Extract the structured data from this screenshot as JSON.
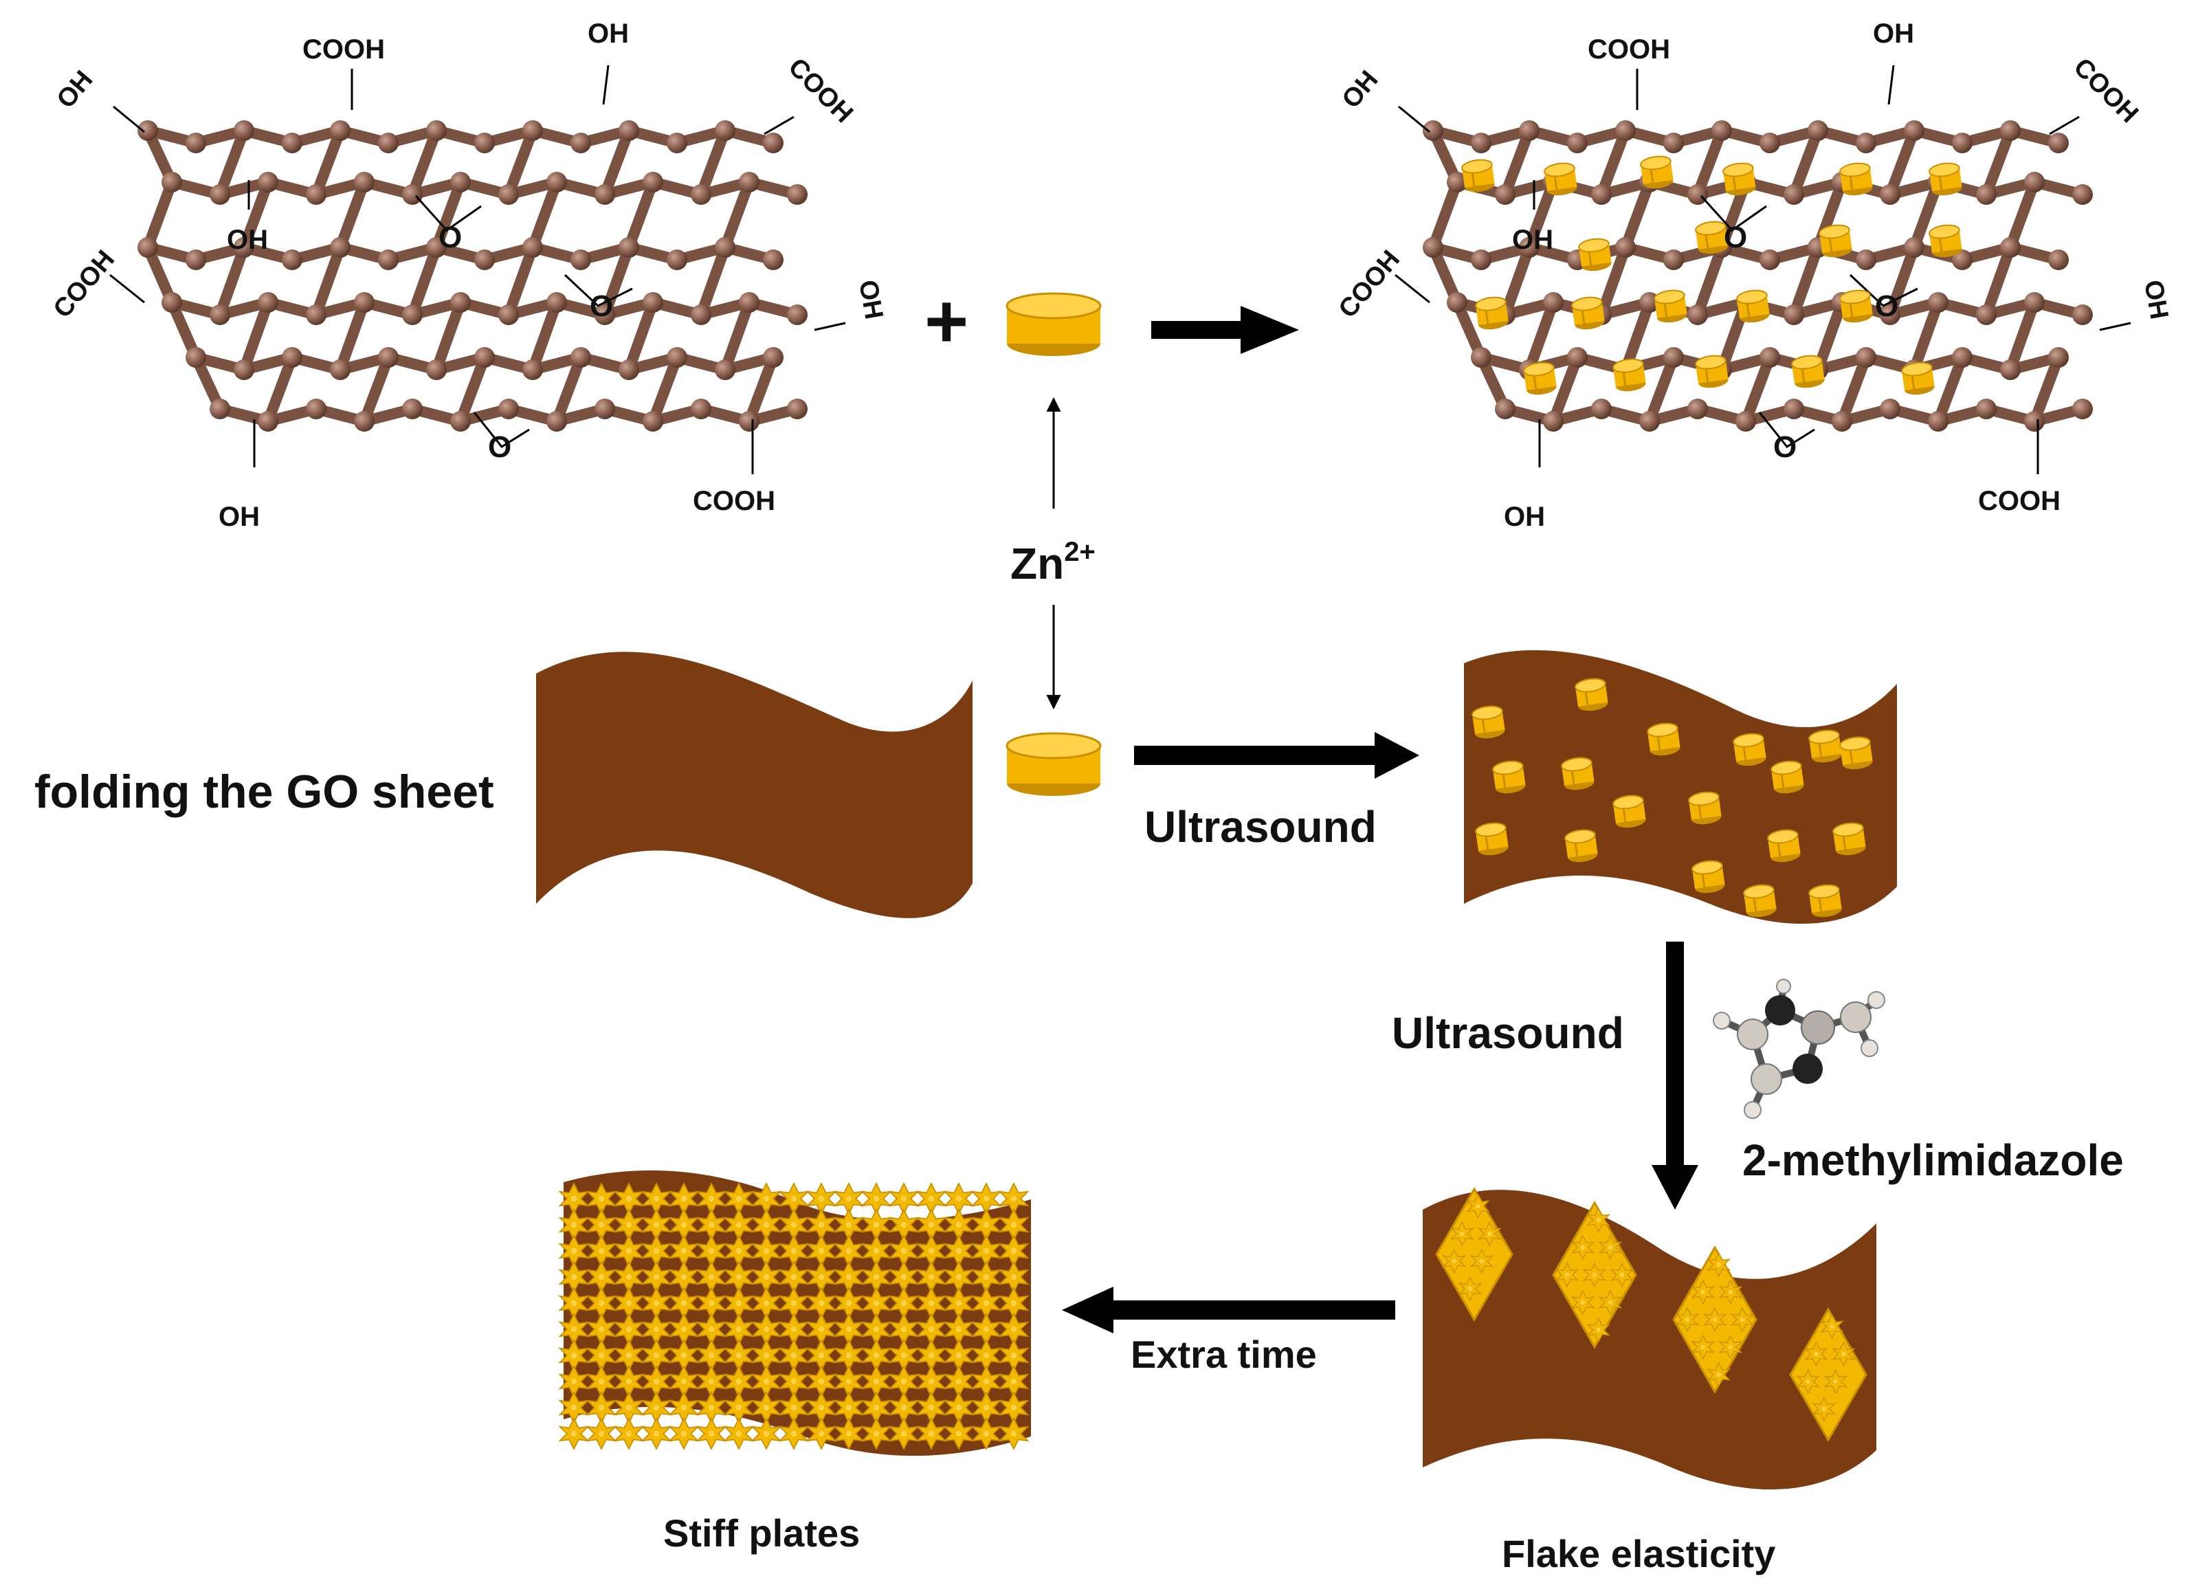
{
  "colors": {
    "carbon": "#8b6050",
    "bond": "#7a5242",
    "sheet": "#7b3c12",
    "zinc": "#f3b800",
    "zinc_dark": "#b98700",
    "arrow": "#000000"
  },
  "left_lattice": {
    "groups": {
      "oh_top_left": "OH",
      "cooh_top": "COOH",
      "oh_top": "OH",
      "cooh_top_right": "COOH",
      "oh_inner": "OH",
      "epoxy_1": "O",
      "epoxy_2": "O",
      "cooh_left": "COOH",
      "oh_right": "OH",
      "epoxy_3": "O",
      "oh_bottom": "OH",
      "cooh_bottom": "COOH"
    }
  },
  "right_lattice": {
    "groups": {
      "oh_top_left": "OH",
      "cooh_top": "COOH",
      "oh_top": "OH",
      "cooh_top_right": "COOH",
      "oh_inner": "OH",
      "epoxy_1": "O",
      "epoxy_2": "O",
      "cooh_left": "COOH",
      "oh_right": "OH",
      "epoxy_3": "O",
      "oh_bottom": "OH",
      "cooh_bottom": "COOH"
    }
  },
  "plus_sign": "+",
  "zn_label": {
    "base": "Zn",
    "sup": "2+"
  },
  "folding_label": "folding the GO sheet",
  "ultrasound_1": "Ultrasound",
  "ultrasound_2": "Ultrasound",
  "linker_label": "2-methylimidazole",
  "extra_time_label": "Extra time",
  "stiff_plates_label": "Stiff plates",
  "flake_label": "Flake elasticity",
  "icons": {
    "zinc_ion": "zinc-cylinder-icon",
    "molecule": "2-methylimidazole-molecule-icon"
  }
}
